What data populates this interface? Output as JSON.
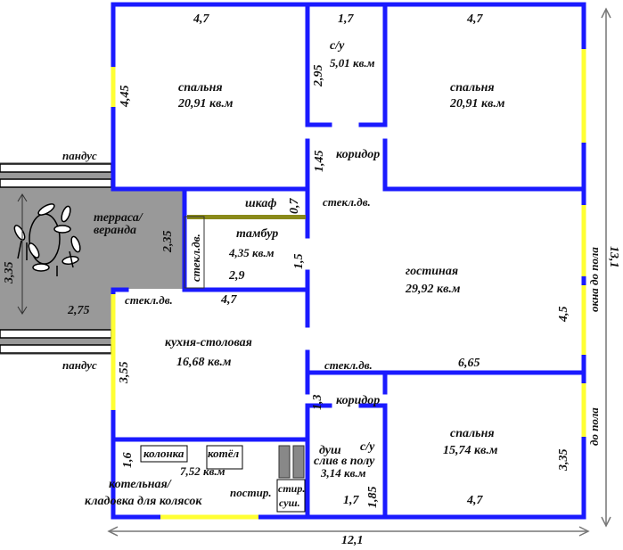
{
  "rooms": {
    "bedroom_nw": {
      "name": "спальня",
      "area": "20,91 кв.м"
    },
    "bathroom_top": {
      "name": "с/у",
      "area": "5,01 кв.м"
    },
    "bedroom_ne": {
      "name": "спальня",
      "area": "20,91 кв.м"
    },
    "corridor_top": {
      "name": "коридор"
    },
    "terrace": {
      "name": "терраса/\nверанда"
    },
    "wardrobe": {
      "name": "шкаф"
    },
    "vestibule": {
      "name": "тамбур",
      "area": "4,35 кв.м"
    },
    "living": {
      "name": "гостиная",
      "area": "29,92 кв.м"
    },
    "kitchen": {
      "name": "кухня-столовая",
      "area": "16,68 кв.м"
    },
    "corridor_bottom": {
      "name": "коридор"
    },
    "bedroom_se": {
      "name": "спальня",
      "area": "15,74 кв.м"
    },
    "boiler": {
      "name_1": "котельная/",
      "name_2": "кладовка для колясок",
      "area": "7,52 кв.м"
    },
    "shower": {
      "name_1": "душ",
      "name_2": "слив в полу",
      "area": "3,14 кв.м",
      "wc": "с/у"
    }
  },
  "labels": {
    "ramp_top": "пандус",
    "ramp_bottom": "пандус",
    "glass_door_1": "стекл.дв.",
    "glass_door_2": "стекл.дв.",
    "glass_door_3": "стекл.дв.",
    "glass_door_4": "стекл.дв.",
    "column": "колонка",
    "kotel": "котёл",
    "postir": "постир.",
    "stir": "стир.",
    "sush": "суш.",
    "window_floor_1": "окна до пола",
    "window_floor_2": "до пола"
  },
  "dims": {
    "top_left": "4,7",
    "top_mid": "1,7",
    "top_right": "4,7",
    "bed_nw_h": "4,45",
    "bath_h": "2,95",
    "corr_h": "1,45",
    "wardrobe_d": "0,7",
    "terrace_w": "2,35",
    "terrace_h": "3,35",
    "terrace_d": "2,75",
    "vest_h": "1,5",
    "vest_w": "2,9",
    "kitchen_w": "4,7",
    "living_h": "4,5",
    "total_h": "13,1",
    "kitchen_h": "3,55",
    "living_w": "6,65",
    "corr2_h": "1,3",
    "boiler_h": "1,6",
    "shower_h": "1,85",
    "shower_w": "1,7",
    "bed_se_w": "4,7",
    "bed_se_h": "3,35",
    "total_w": "12,1"
  },
  "colors": {
    "wall": "#1a1aff",
    "window": "#ffff33",
    "terrace": "#999999",
    "wardrobe": "#8a8a1a"
  }
}
